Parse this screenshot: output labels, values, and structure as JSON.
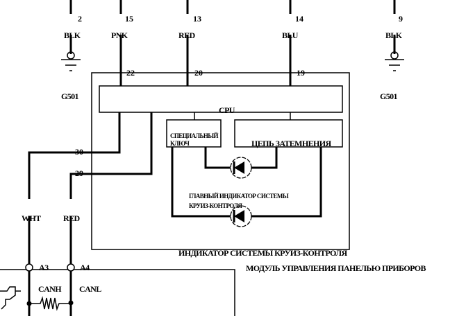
{
  "top_pins": [
    {
      "pin": "2",
      "color": "BLK"
    },
    {
      "pin": "15",
      "color": "PNK"
    },
    {
      "pin": "13",
      "color": "RED"
    },
    {
      "pin": "14",
      "color": "BLU"
    },
    {
      "pin": "9",
      "color": "BLK"
    }
  ],
  "grounds": [
    "G501",
    "G501"
  ],
  "module_pins": [
    "22",
    "20",
    "19"
  ],
  "cpu_label": "CPU",
  "special_key": [
    "СПЕЦИАЛЬНЫЙ",
    "КЛЮЧ"
  ],
  "dimming_circuit": "ЦЕПЬ ЗАТЕМНЕНИЯ",
  "main_indicator": [
    "ГЛАВНЫЙ ИНДИКАТОР СИСТЕМЫ",
    "КРУИЗ-КОНТРОЛЯ"
  ],
  "cruise_indicator": "ИНДИКАТОР СИСТЕМЫ КРУИЗ-КОНТРОЛЯ",
  "panel_module": "МОДУЛЬ УПРАВЛЕНИЯ ПАНЕЛЬЮ ПРИБОРОВ",
  "side_pins": [
    "30",
    "29"
  ],
  "bus_wires": [
    "WHT",
    "RED"
  ],
  "connectors": [
    "A3",
    "A4"
  ],
  "can_labels": [
    "CANH",
    "CANL"
  ]
}
